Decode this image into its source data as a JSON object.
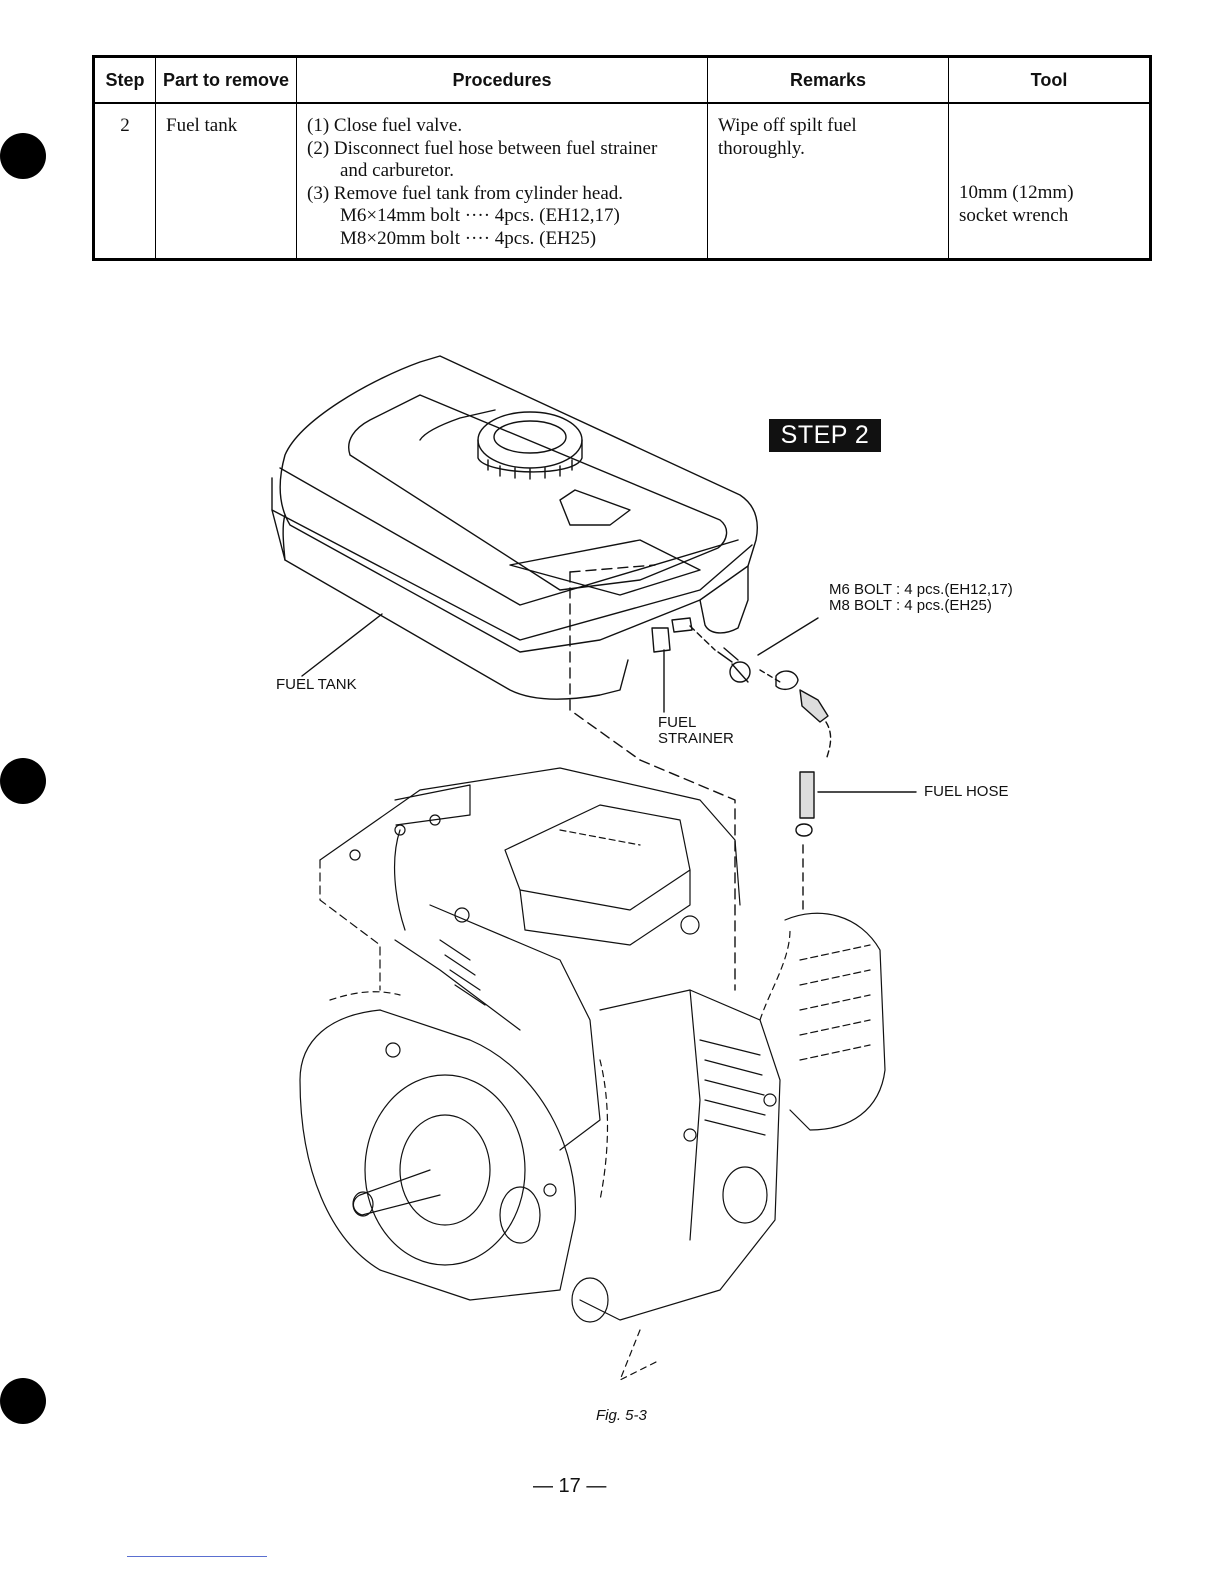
{
  "table": {
    "headers": {
      "step": "Step",
      "part": "Part to remove",
      "procedures": "Procedures",
      "remarks": "Remarks",
      "tool": "Tool"
    },
    "row": {
      "step": "2",
      "part": "Fuel tank",
      "procedures": [
        "(1) Close fuel valve.",
        "(2) Disconnect fuel hose between fuel strainer",
        "and carburetor.",
        "(3) Remove fuel tank from cylinder head.",
        "M6×14mm bolt ···· 4pcs. (EH12,17)",
        "M8×20mm bolt ···· 4pcs. (EH25)"
      ],
      "remarks": [
        "Wipe off spilt fuel",
        "thoroughly."
      ],
      "tool": [
        "10mm (12mm)",
        "socket wrench"
      ]
    }
  },
  "figure": {
    "step_badge": "STEP 2",
    "labels": {
      "bolts_line1": "M6 BOLT : 4 pcs.(EH12,17)",
      "bolts_line2": "M8 BOLT : 4 pcs.(EH25)",
      "fuel_tank": "FUEL TANK",
      "fuel_strainer_line1": "FUEL",
      "fuel_strainer_line2": "STRAINER",
      "fuel_hose": "FUEL HOSE"
    },
    "caption": "Fig. 5-3"
  },
  "page_number": "— 17 —"
}
